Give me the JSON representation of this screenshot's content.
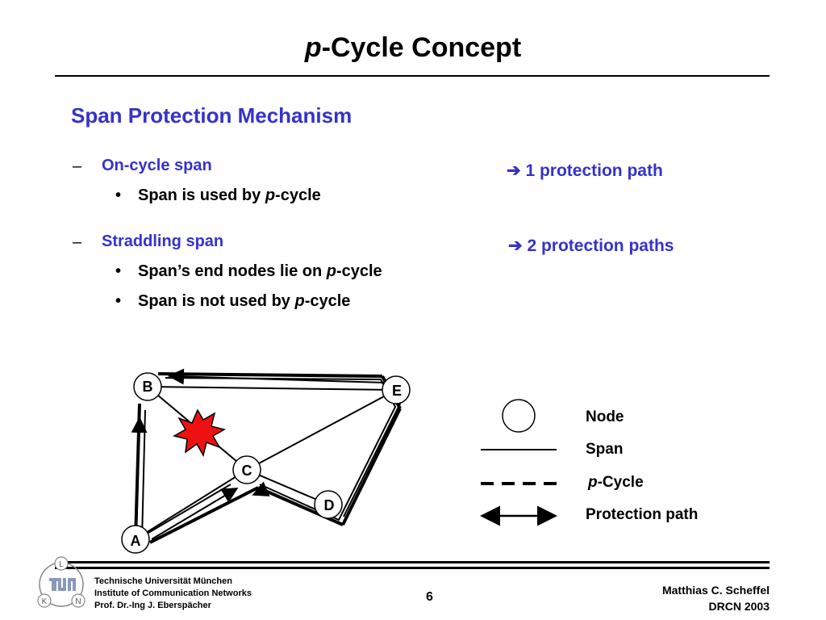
{
  "slide": {
    "title_italic": "p",
    "title_rest": "-Cycle Concept",
    "subtitle": "Span Protection Mechanism"
  },
  "bullets": {
    "oncycle_dash": "–",
    "oncycle_label": "On-cycle span",
    "oncycle_sub_bullet": "•",
    "oncycle_sub_prefix": "Span is used by ",
    "oncycle_sub_italic": "p",
    "oncycle_sub_suffix": "-cycle",
    "oncycle_result": "1 protection path",
    "straddling_dash": "–",
    "straddling_label": "Straddling span",
    "straddling_sub1_bullet": "•",
    "straddling_sub1_prefix": "Span’s end nodes lie on ",
    "straddling_sub1_italic": "p",
    "straddling_sub1_suffix": "-cycle",
    "straddling_sub2_bullet": "•",
    "straddling_sub2_prefix": "Span is not used by ",
    "straddling_sub2_italic": "p",
    "straddling_sub2_suffix": "-cycle",
    "straddling_result": "2 protection paths",
    "arrow_glyph": "➔"
  },
  "diagram": {
    "nodes": {
      "A": "A",
      "B": "B",
      "C": "C",
      "D": "D",
      "E": "E"
    }
  },
  "legend": {
    "node": "Node",
    "span": "Span",
    "pcycle_italic": "p",
    "pcycle_rest": "-Cycle",
    "protection": "Protection path"
  },
  "footer": {
    "logo_letters": [
      "L",
      "K",
      "N"
    ],
    "logo_mark": "TUM",
    "line1": "Technische Universität München",
    "line2": "Institute of Communication Networks",
    "line3": "Prof. Dr.-Ing J. Eberspächer",
    "page": "6",
    "author": "Matthias C. Scheffel",
    "event": "DRCN 2003"
  },
  "colors": {
    "accent_blue": "#3333cc",
    "failure_red": "#ee1111"
  }
}
